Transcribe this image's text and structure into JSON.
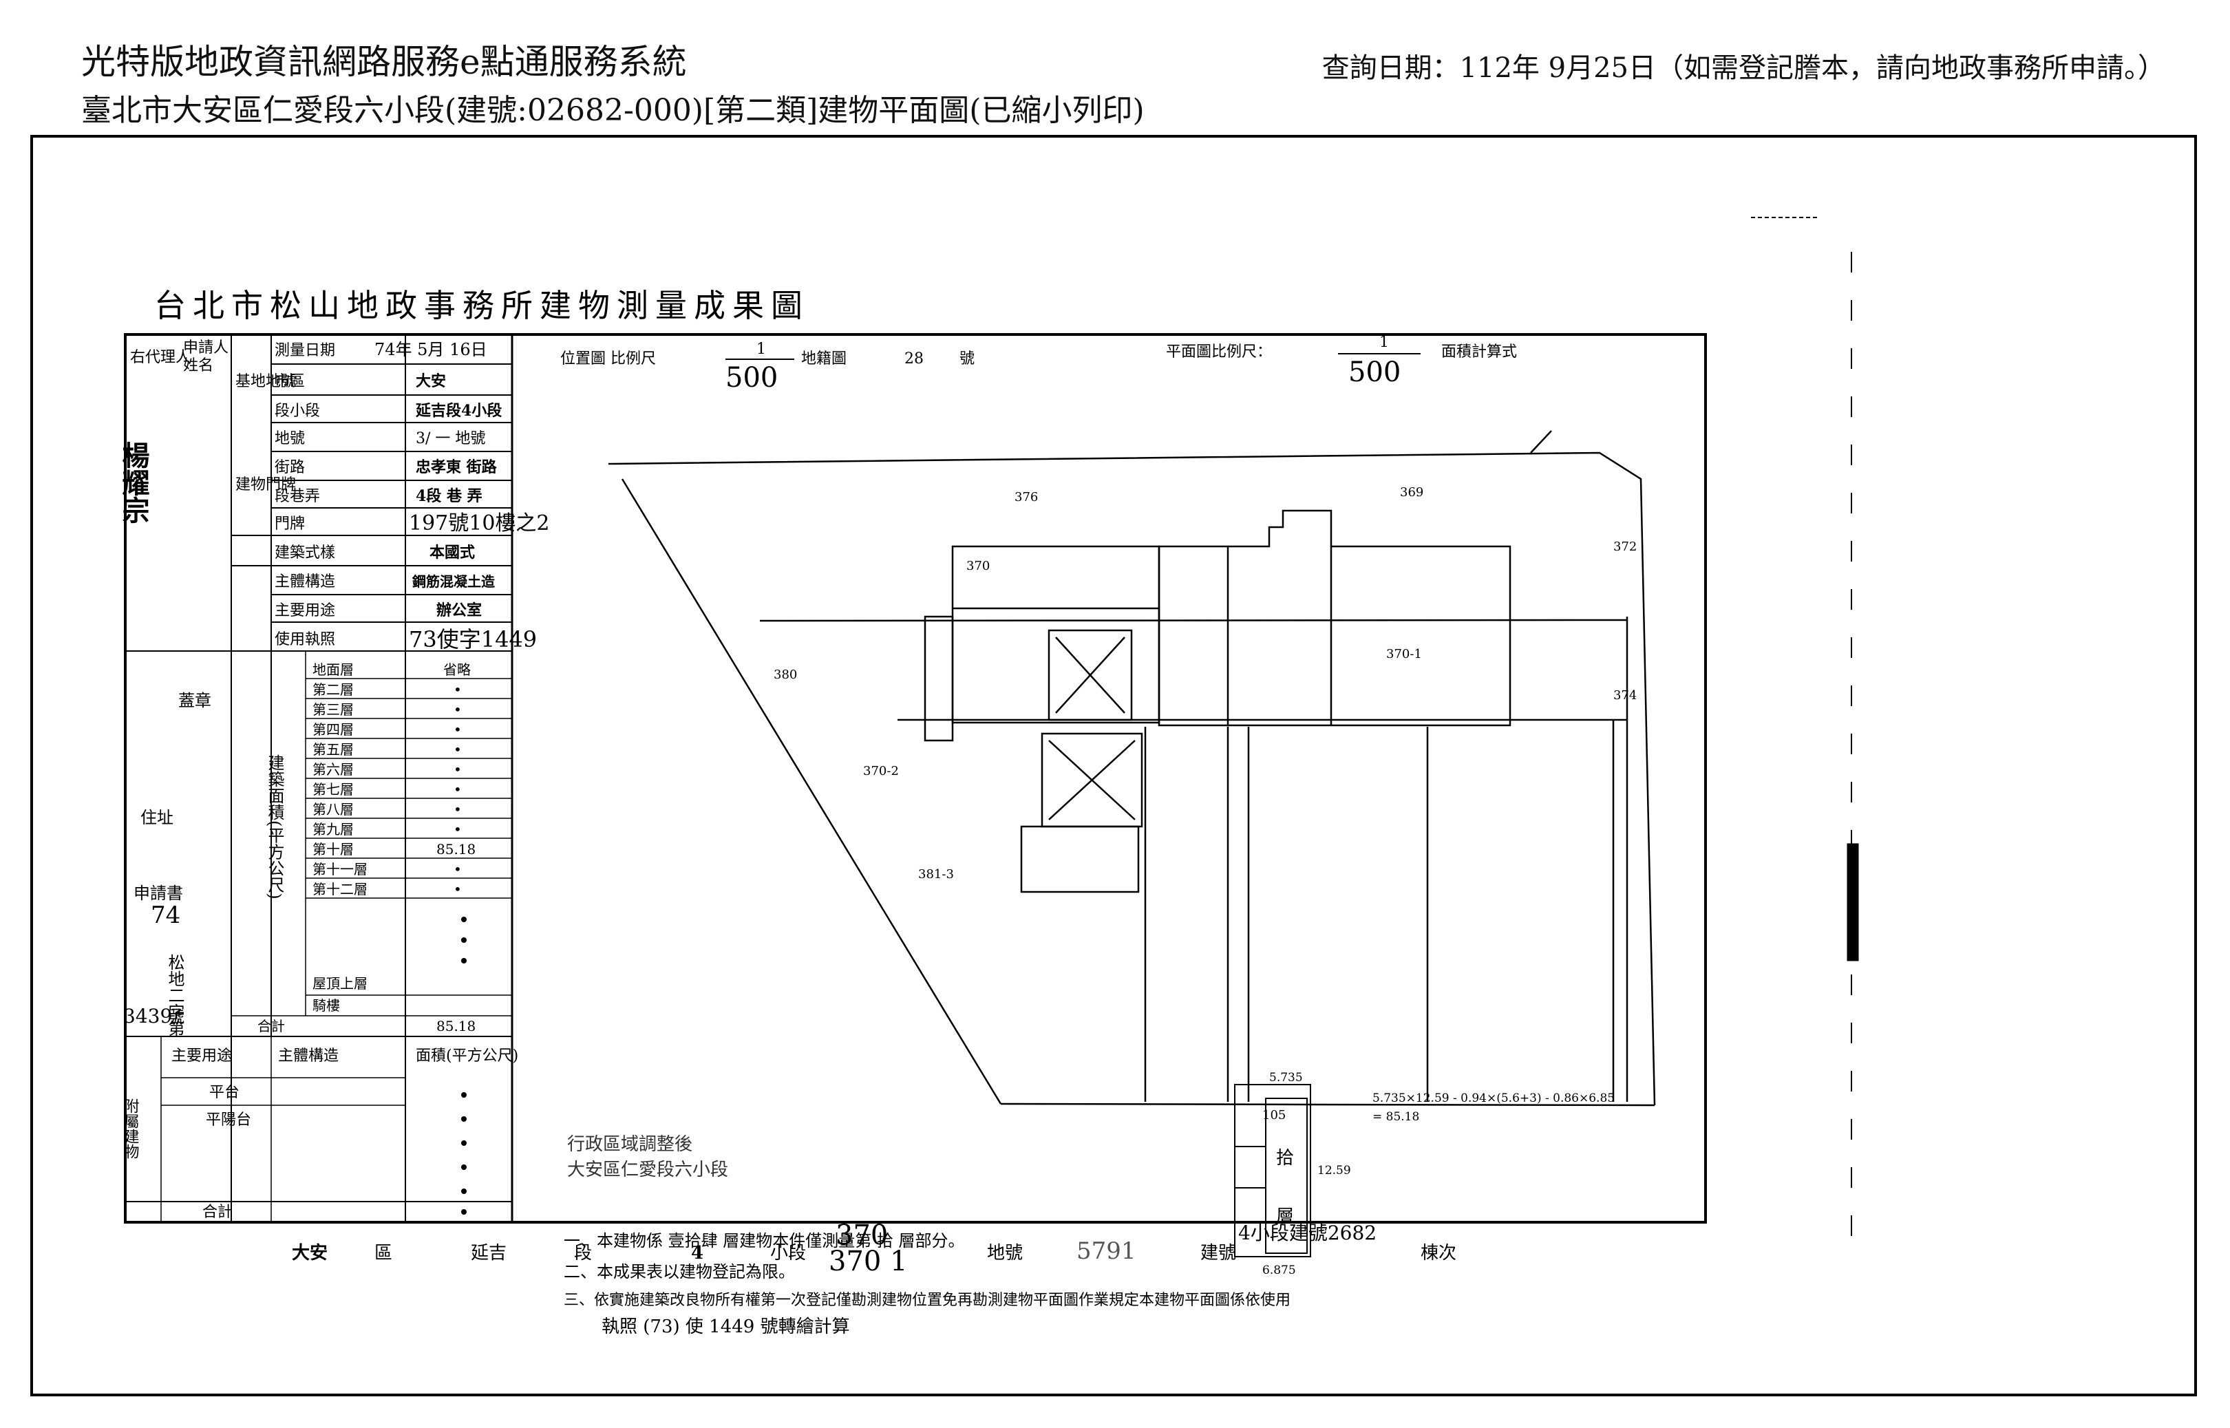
{
  "header": {
    "service_title": "光特版地政資訊網路服務e點通服務系統",
    "subtitle": "臺北市大安區仁愛段六小段(建號:02682-000)[第二類]建物平面圖(已縮小列印)",
    "query_date": "查詢日期：112年 9月25日（如需登記謄本，請向地政事務所申請。）"
  },
  "document": {
    "office_title": "台北市松山地政事務所建物測量成果圖",
    "left_table": {
      "applicant_cap": "申請人",
      "applicant_name_cap": "姓名",
      "agent_cap": "右代理人",
      "agent_name": "楊耀宗",
      "seal_cap": "蓋章",
      "address_cap": "住址",
      "survey_date_cap": "測量日期",
      "survey_date": "74年 5月 16日",
      "city_cap": "市區",
      "city_val": "大安",
      "section_cap": "段小段",
      "section_val": "延吉段4小段",
      "lot_cap": "地號",
      "lot_val": "3/ 一 地號",
      "base_cap": "基地地號",
      "door_cap": "建物門牌",
      "street_cap": "街路",
      "street_val": "忠孝東 街路",
      "lane_cap": "段巷弄",
      "lane_val": "4段 巷 弄",
      "door_no_cap": "門牌",
      "door_no_val": "197號10樓之2",
      "style_cap": "建築式樣",
      "style_val": "本國式",
      "structure_cap": "主體構造",
      "structure_val": "鋼筋混凝土造",
      "use_cap": "主要用途",
      "use_val": "辦公室",
      "permit_cap": "使用執照",
      "permit_val": "73使字1449",
      "area_section_cap": "建築面積(平方公尺)",
      "floors": [
        {
          "label": "地面層",
          "value": "省略"
        },
        {
          "label": "第二層",
          "value": "•"
        },
        {
          "label": "第三層",
          "value": "•"
        },
        {
          "label": "第四層",
          "value": "•"
        },
        {
          "label": "第五層",
          "value": "•"
        },
        {
          "label": "第六層",
          "value": "•"
        },
        {
          "label": "第七層",
          "value": "•"
        },
        {
          "label": "第八層",
          "value": "•"
        },
        {
          "label": "第九層",
          "value": "•"
        },
        {
          "label": "第十層",
          "value": "85.18"
        },
        {
          "label": "第十一層",
          "value": "•"
        },
        {
          "label": "第十二層",
          "value": "•"
        }
      ],
      "extra_floor_label": "屋頂上層",
      "arcade_cap": "騎樓",
      "total_cap": "合計",
      "total_val": "85.18",
      "app_no_cap": "申請書",
      "app_no_year": "74",
      "app_no_text": "松地二字第",
      "app_no_num": "3439",
      "app_no_suffix": "號",
      "annex_cap": "附屬建物",
      "annex_use_cap": "主要用途",
      "annex_struct_cap": "主體構造",
      "annex_area_cap": "面積(平方公尺)",
      "annex_rows": [
        "平台",
        "平陽台"
      ],
      "annex_total_cap": "合計"
    },
    "scales": {
      "location_map_cap": "位置圖 比例尺",
      "location_scale_num": "1",
      "location_scale_den": "500",
      "cadastral_cap": "地籍圖",
      "cadastral_no": "28",
      "cadastral_suffix": "號",
      "plan_cap": "平面圖比例尺：",
      "plan_scale_num": "1",
      "plan_scale_den": "500",
      "area_calc_cap": "面積計算式"
    },
    "plot_labels": {
      "lot_376_top": "376",
      "lot_369": "369",
      "lot_370": "370",
      "lot_370_1": "370-1",
      "lot_372": "372",
      "lot_374": "374",
      "lot_380": "380",
      "lot_370_2": "370-2",
      "lot_381_3": "381-3",
      "lot_105": "105"
    },
    "calc": {
      "top_dim": "5.735",
      "formula_line1": "5.735×12.59 - 0.94×(5.6+3) - 0.86×6.85",
      "formula_line2": "= 85.18",
      "dim_side": "12.59",
      "dim_bottom": "6.875",
      "unit_stamp_top": "拾",
      "unit_stamp_bottom": "層"
    },
    "stamp_lines": [
      "行政區域調整後",
      "大安區仁愛段六小段"
    ],
    "notes": [
      "一、本建物係 壹拾肆 層建物本件僅測量第 拾 層部分。",
      "二、本成果表以建物登記為限。",
      "三、依實施建築改良物所有權第一次登記僅勘測建物位置免再勘測建物平面圖作業規定本建物平面圖係依使用",
      "執照 (73) 使 1449 號轉繪計算"
    ],
    "footer_row": {
      "district": "大安",
      "district_cap": "區",
      "section": "延吉",
      "section_cap": "段",
      "subsection": "4",
      "subsection_cap": "小段",
      "lots_line1": "370",
      "lots_line2": "370 1",
      "lot_cap": "地號",
      "build_no_hand": "5791",
      "build_cap": "建號",
      "new_no_hand": "4小段建號2682",
      "sheet_cap": "棟次"
    }
  }
}
